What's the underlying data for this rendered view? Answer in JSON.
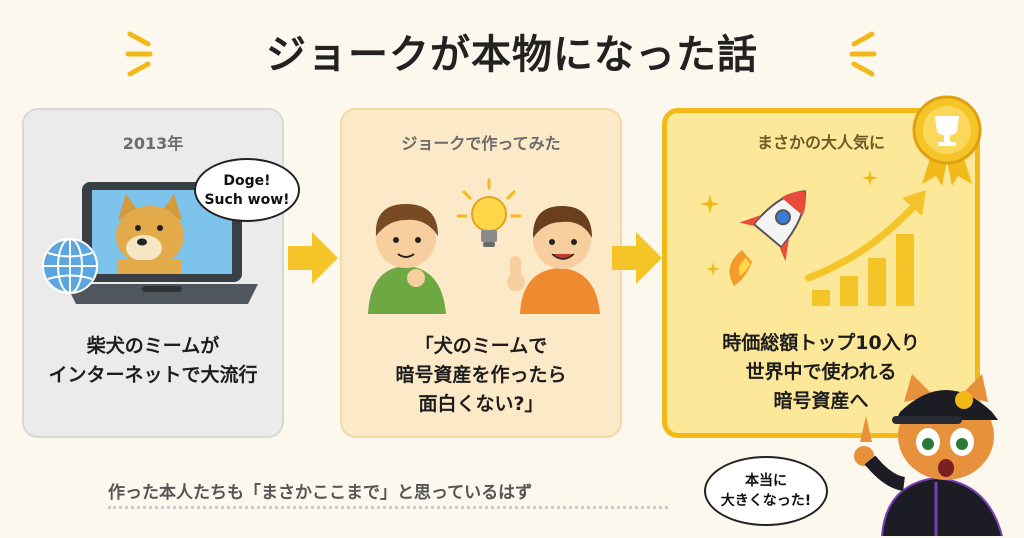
{
  "title": "ジョークが本物になった話",
  "panels": [
    {
      "heading": "2013年",
      "speech": [
        "Doge!",
        "Such wow!"
      ],
      "body": [
        "柴犬のミームが",
        "インターネットで大流行"
      ]
    },
    {
      "heading": "ジョークで作ってみた",
      "body": [
        "「犬のミームで",
        "暗号資産を作ったら",
        "面白くない?」"
      ]
    },
    {
      "heading": "まさかの大人気に",
      "body": [
        "時価総額トップ10入り",
        "世界中で使われる",
        "暗号資産へ"
      ]
    }
  ],
  "footer": "作った本人たちも「まさかここまで」と思っているはず",
  "cat_speech": [
    "本当に",
    "大きくなった!"
  ],
  "colors": {
    "accent": "#f3b919",
    "arrow": "#f5c428",
    "background": "#fdf8ee"
  }
}
